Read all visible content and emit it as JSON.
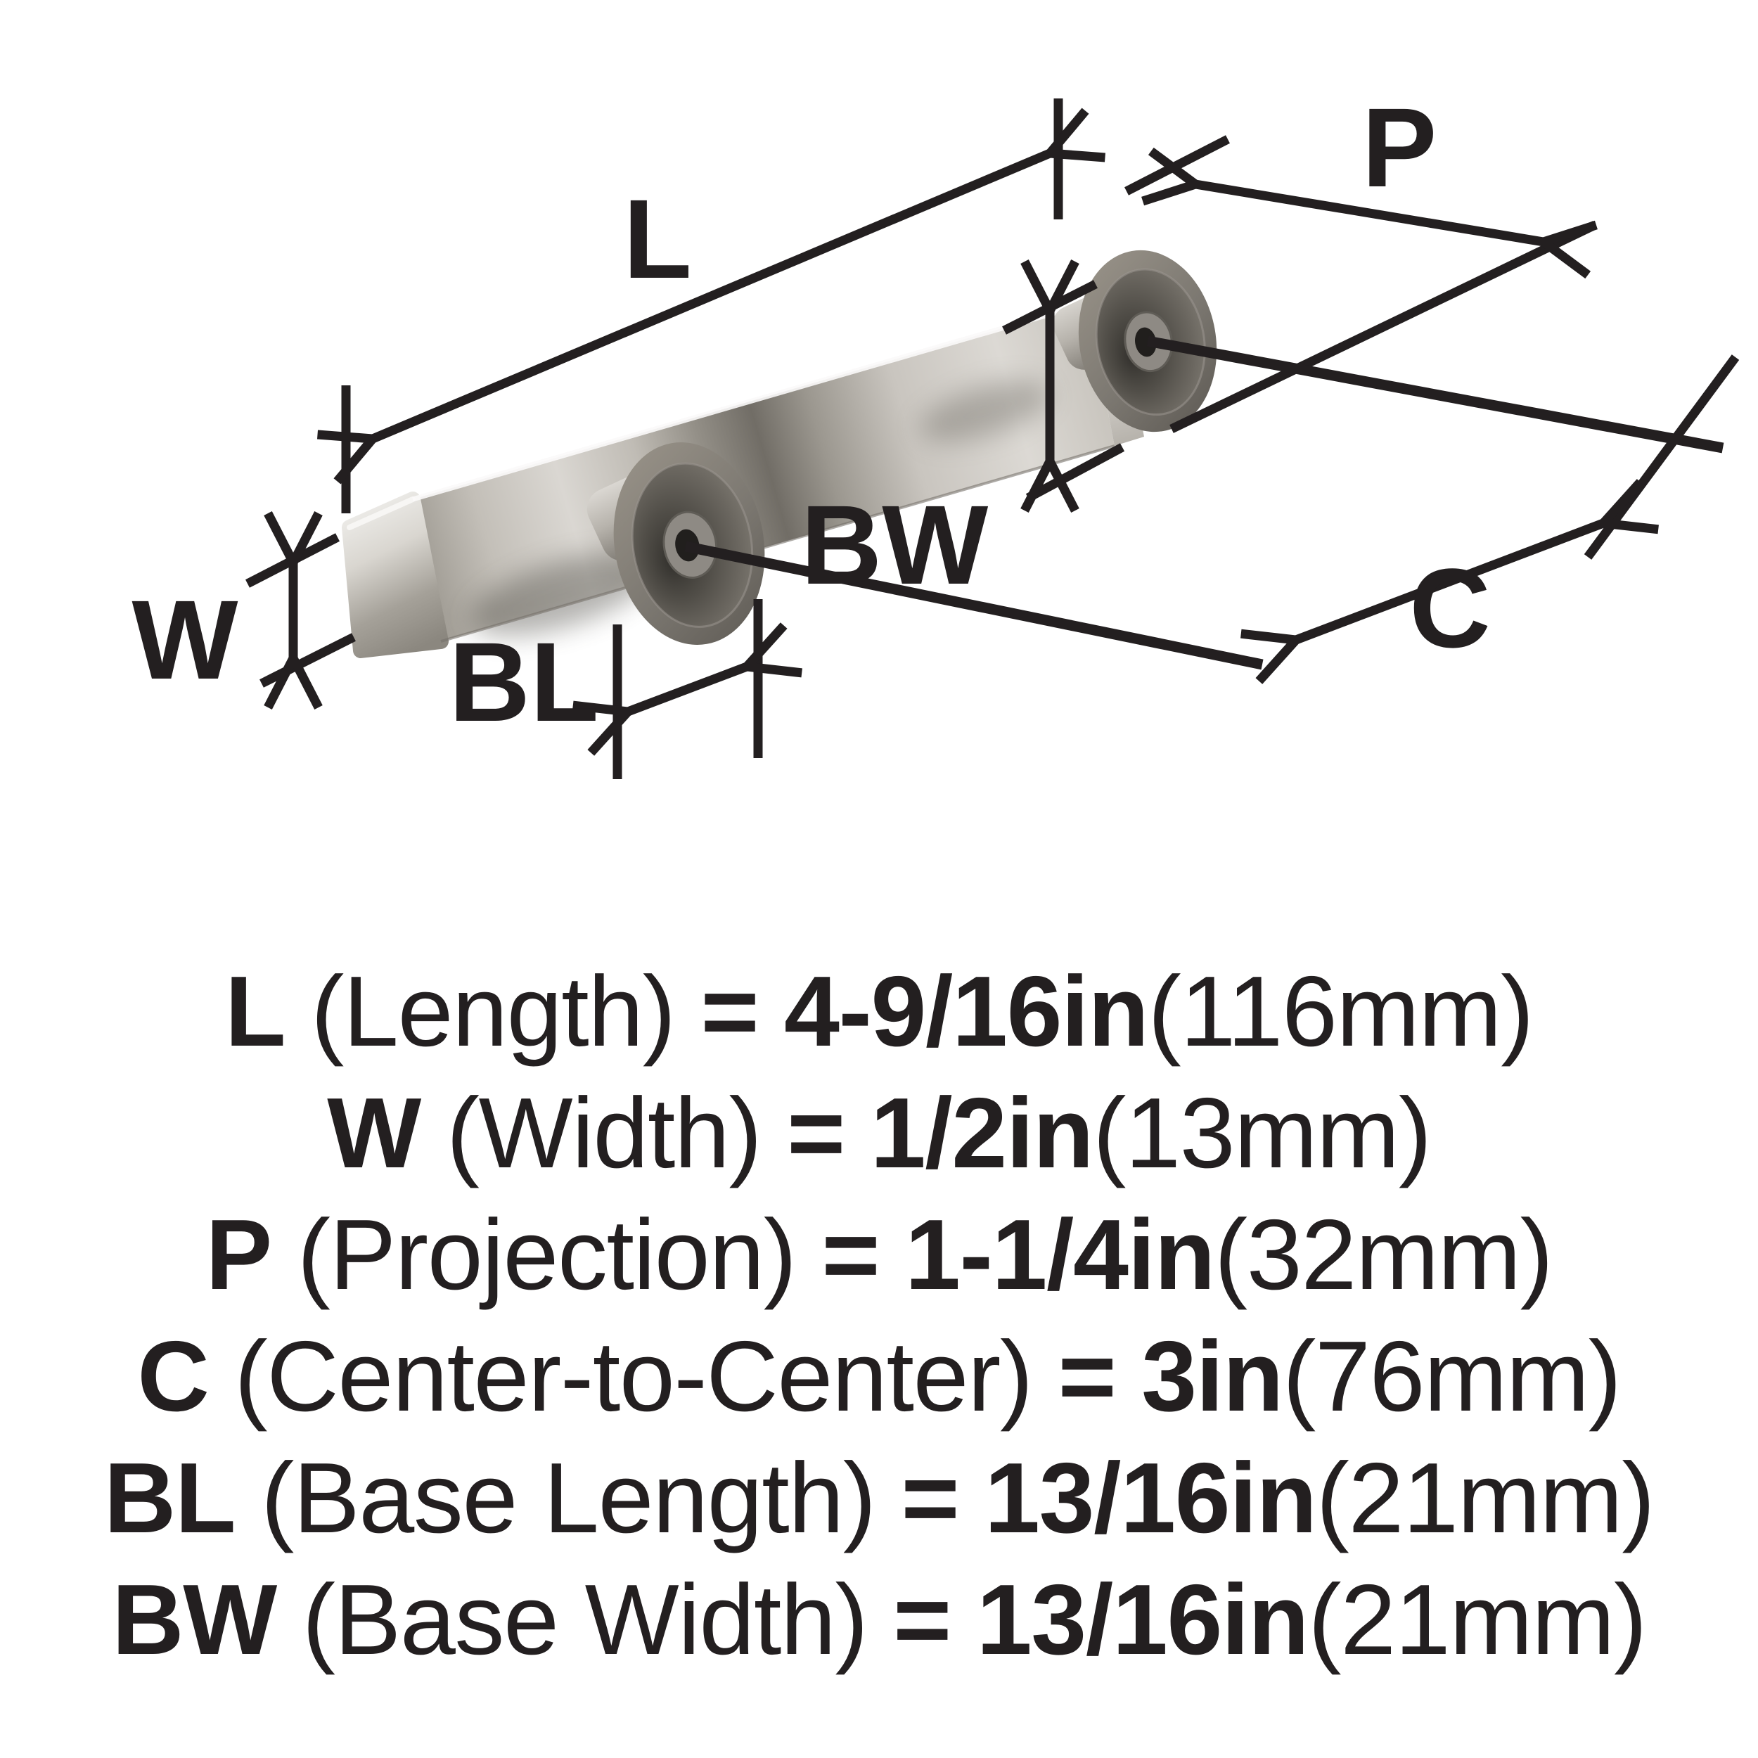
{
  "diagram": {
    "labels": {
      "L": "L",
      "P": "P",
      "W": "W",
      "BW": "BW",
      "BL": "BL",
      "C": "C"
    }
  },
  "specs": [
    {
      "code": "L",
      "label": "(Length)",
      "equals": "=",
      "value": "4-9/16in",
      "metric": "(116mm)"
    },
    {
      "code": "W",
      "label": "(Width)",
      "equals": "=",
      "value": "1/2in",
      "metric": "(13mm)"
    },
    {
      "code": "P",
      "label": "(Projection)",
      "equals": "=",
      "value": "1-1/4in",
      "metric": "(32mm)"
    },
    {
      "code": "C",
      "label": "(Center-to-Center)",
      "equals": "=",
      "value": "3in",
      "metric": "(76mm)"
    },
    {
      "code": "BL",
      "label": "(Base Length)",
      "equals": "=",
      "value": "13/16in",
      "metric": "(21mm)"
    },
    {
      "code": "BW",
      "label": "(Base Width)",
      "equals": "=",
      "value": "13/16in",
      "metric": "(21mm)"
    }
  ],
  "colors": {
    "ink": "#231f20",
    "nickel_light": "#f2f1ee",
    "nickel_mid": "#c8c4be",
    "nickel_dark": "#8d8982",
    "base_rim": "#87837c",
    "base_cone": "#56534d",
    "screw_hole": "#211f1d",
    "background": "#ffffff"
  }
}
